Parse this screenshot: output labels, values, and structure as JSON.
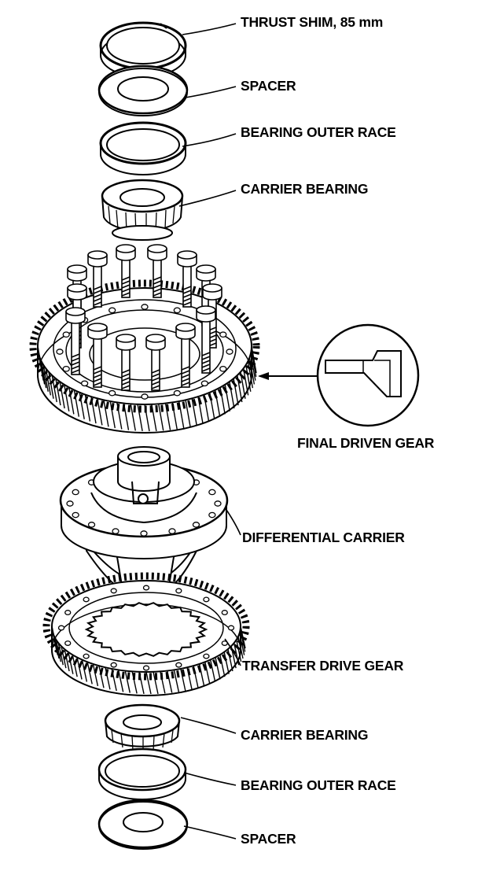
{
  "labels": {
    "thrust_shim": "THRUST SHIM, 85 mm",
    "spacer_top": "SPACER",
    "bearing_outer_race_top": "BEARING OUTER RACE",
    "carrier_bearing_top": "CARRIER BEARING",
    "final_driven_gear": "FINAL DRIVEN GEAR",
    "differential_carrier": "DIFFERENTIAL CARRIER",
    "transfer_drive_gear": "TRANSFER DRIVE GEAR",
    "carrier_bearing_bottom": "CARRIER BEARING",
    "bearing_outer_race_bottom": "BEARING OUTER RACE",
    "spacer_bottom": "SPACER"
  },
  "colors": {
    "line": "#000000",
    "background": "#ffffff"
  }
}
